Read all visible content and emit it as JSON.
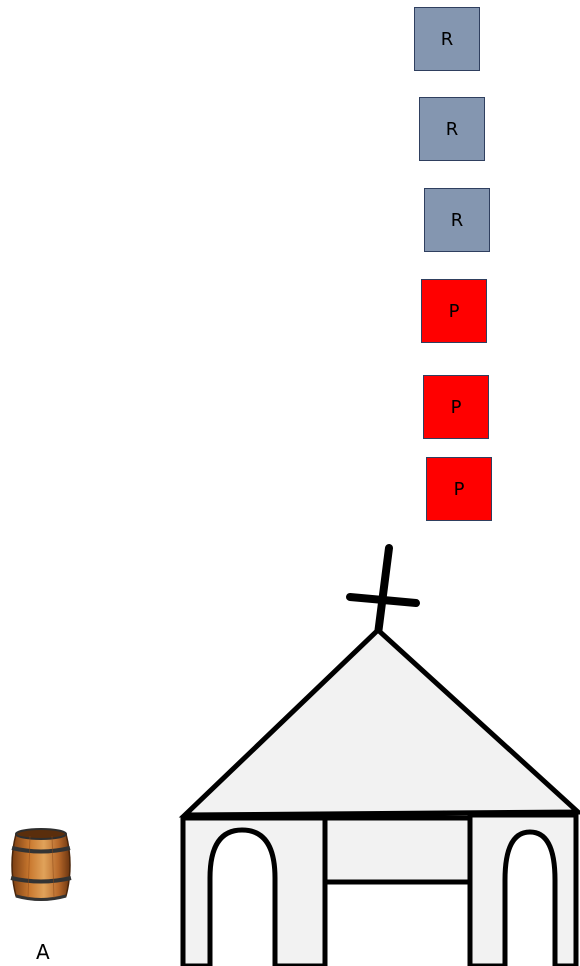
{
  "stack": {
    "boxes": [
      {
        "label": "R",
        "kind": "r"
      },
      {
        "label": "R",
        "kind": "r"
      },
      {
        "label": "R",
        "kind": "r"
      },
      {
        "label": "P",
        "kind": "p"
      },
      {
        "label": "P",
        "kind": "p"
      },
      {
        "label": "P",
        "kind": "p"
      }
    ]
  },
  "barrel": {
    "label": "A",
    "icon": "barrel-icon"
  },
  "church": {
    "icon": "church-icon",
    "cross_icon": "cross-icon"
  },
  "colors": {
    "r_fill": "#8496b0",
    "p_fill": "#ff0000",
    "church_fill": "#f2f2f2",
    "outline": "#000000"
  }
}
